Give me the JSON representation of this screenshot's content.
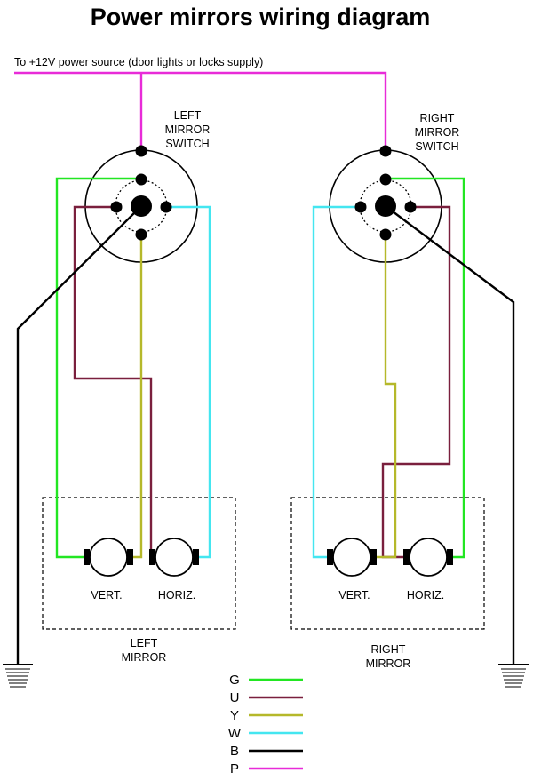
{
  "title": "Power mirrors wiring diagram",
  "power_source_label": "To +12V power source (door lights or locks supply)",
  "left_switch": {
    "line1": "LEFT",
    "line2": "MIRROR",
    "line3": "SWITCH"
  },
  "right_switch": {
    "line1": "RIGHT",
    "line2": "MIRROR",
    "line3": "SWITCH"
  },
  "left_mirror": {
    "line1": "LEFT",
    "line2": "MIRROR",
    "vert_label": "VERT.",
    "horiz_label": "HORIZ."
  },
  "right_mirror": {
    "line1": "RIGHT",
    "line2": "MIRROR",
    "vert_label": "VERT.",
    "horiz_label": "HORIZ."
  },
  "colors": {
    "G": "#22e622",
    "U": "#7a1f3d",
    "Y": "#b5b82a",
    "W": "#44e6f0",
    "B": "#000000",
    "P": "#e82bd8"
  },
  "legend": [
    {
      "code": "G",
      "color": "#22e622"
    },
    {
      "code": "U",
      "color": "#7a1f3d"
    },
    {
      "code": "Y",
      "color": "#b5b82a"
    },
    {
      "code": "W",
      "color": "#44e6f0"
    },
    {
      "code": "B",
      "color": "#000000"
    },
    {
      "code": "P",
      "color": "#e82bd8"
    }
  ]
}
